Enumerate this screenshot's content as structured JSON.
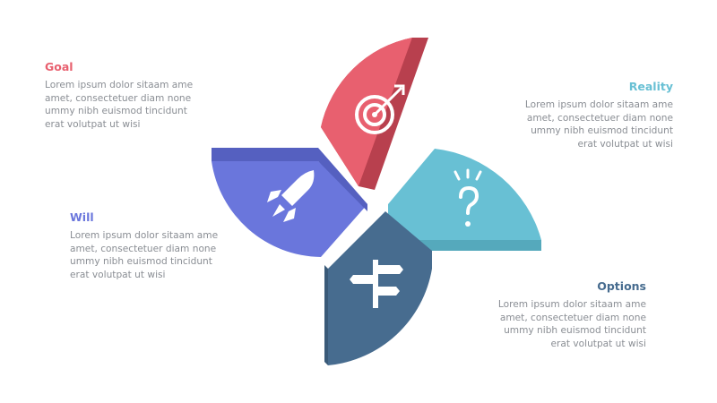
{
  "colors": {
    "goal": "#e8606f",
    "reality": "#68c0d4",
    "options": "#476c8f",
    "will": "#6a76dc",
    "body_text": "#8a8e94",
    "title_text": "#476c8f"
  },
  "items": {
    "goal": {
      "title": "Goal",
      "icon": "target-icon",
      "lines": [
        "Lorem ipsum dolor sitaam ame",
        "amet, consectetuer diam none",
        "ummy  nibh euismod tincidunt",
        "erat volutpat ut wisi"
      ]
    },
    "reality": {
      "title": "Reality",
      "icon": "question-idea-icon",
      "lines": [
        "Lorem ipsum dolor sitaam ame",
        "amet, consectetuer diam none",
        "ummy  nibh euismod tincidunt",
        "erat volutpat ut wisi"
      ]
    },
    "will": {
      "title": "Will",
      "icon": "rocket-icon",
      "lines": [
        "Lorem ipsum dolor sitaam ame",
        "amet, consectetuer diam none",
        "ummy  nibh euismod tincidunt",
        "erat volutpat ut wisi"
      ]
    },
    "options": {
      "title": "Options",
      "icon": "signpost-icon",
      "lines": [
        "Lorem ipsum dolor sitaam ame",
        "amet, consectetuer diam none",
        "ummy  nibh euismod tincidunt",
        "erat volutpat ut wisi"
      ]
    }
  }
}
